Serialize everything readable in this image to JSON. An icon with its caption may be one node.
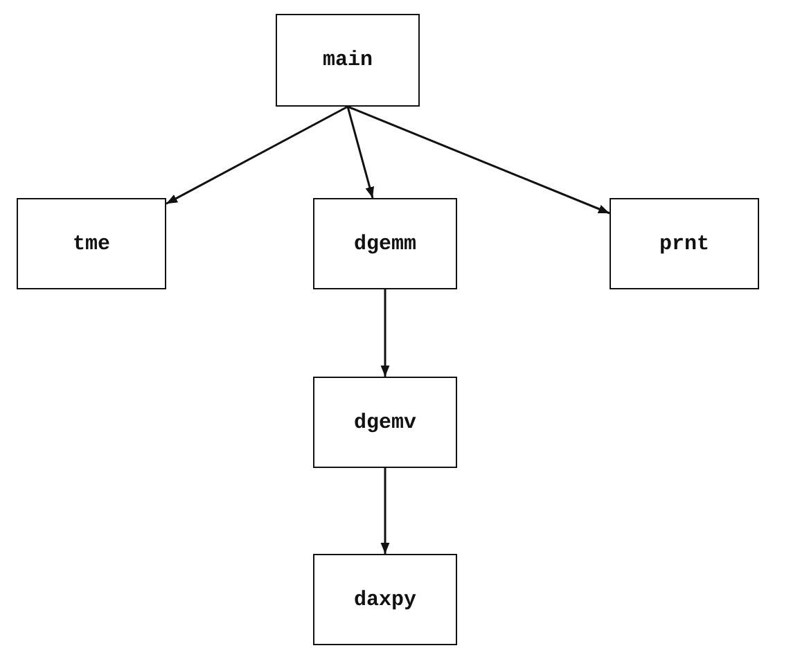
{
  "diagram": {
    "nodes": [
      {
        "text": [
          "main"
        ]
      },
      {
        "text": [
          "tme"
        ]
      },
      {
        "text": [
          "dgemm"
        ]
      },
      {
        "text": [
          "prnt"
        ]
      },
      {
        "text": [
          "dgemv"
        ]
      },
      {
        "text": [
          "daxpy"
        ]
      }
    ],
    "edges": [
      {
        "from": 0,
        "to": 1,
        "arrow": "to"
      },
      {
        "from": 0,
        "to": 2,
        "arrow": "to"
      },
      {
        "from": 0,
        "to": 3,
        "arrow": "to"
      },
      {
        "from": 2,
        "to": 4,
        "arrow": "to"
      },
      {
        "from": 4,
        "to": 5,
        "arrow": "to"
      }
    ]
  }
}
